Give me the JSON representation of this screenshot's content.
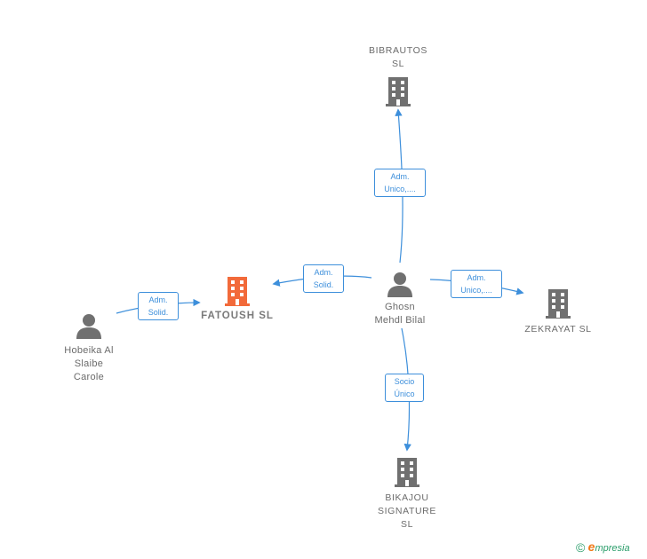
{
  "colors": {
    "edge": "#3d8fdb",
    "company": "#707070",
    "focus_company": "#f26a3a",
    "person": "#707070"
  },
  "nodes": {
    "bibrautos": {
      "label": "BIBRAUTOS\nSL",
      "icon": "building-icon"
    },
    "fatoush": {
      "label": "FATOUSH  SL",
      "icon": "building-icon"
    },
    "zekrayat": {
      "label": "ZEKRAYAT  SL",
      "icon": "building-icon"
    },
    "bikajou": {
      "label": "BIKAJOU\nSIGNATURE\nSL",
      "icon": "building-icon"
    },
    "ghosn": {
      "label": "Ghosn\nMehdl Bilal",
      "icon": "person-icon"
    },
    "hobeika": {
      "label": "Hobeika Al\nSlaibe\nCarole",
      "icon": "person-icon"
    }
  },
  "edges": {
    "ghosn_bibrautos": "Adm.\nUnico,....",
    "ghosn_fatoush": "Adm.\nSolid.",
    "ghosn_zekrayat": "Adm.\nUnico,....",
    "ghosn_bikajou": "Socio\nÚnico",
    "hobeika_fatoush": "Adm.\nSolid."
  },
  "footer": {
    "copyright_symbol": "©",
    "brand_initial": "e",
    "brand_rest": "mpresia"
  }
}
